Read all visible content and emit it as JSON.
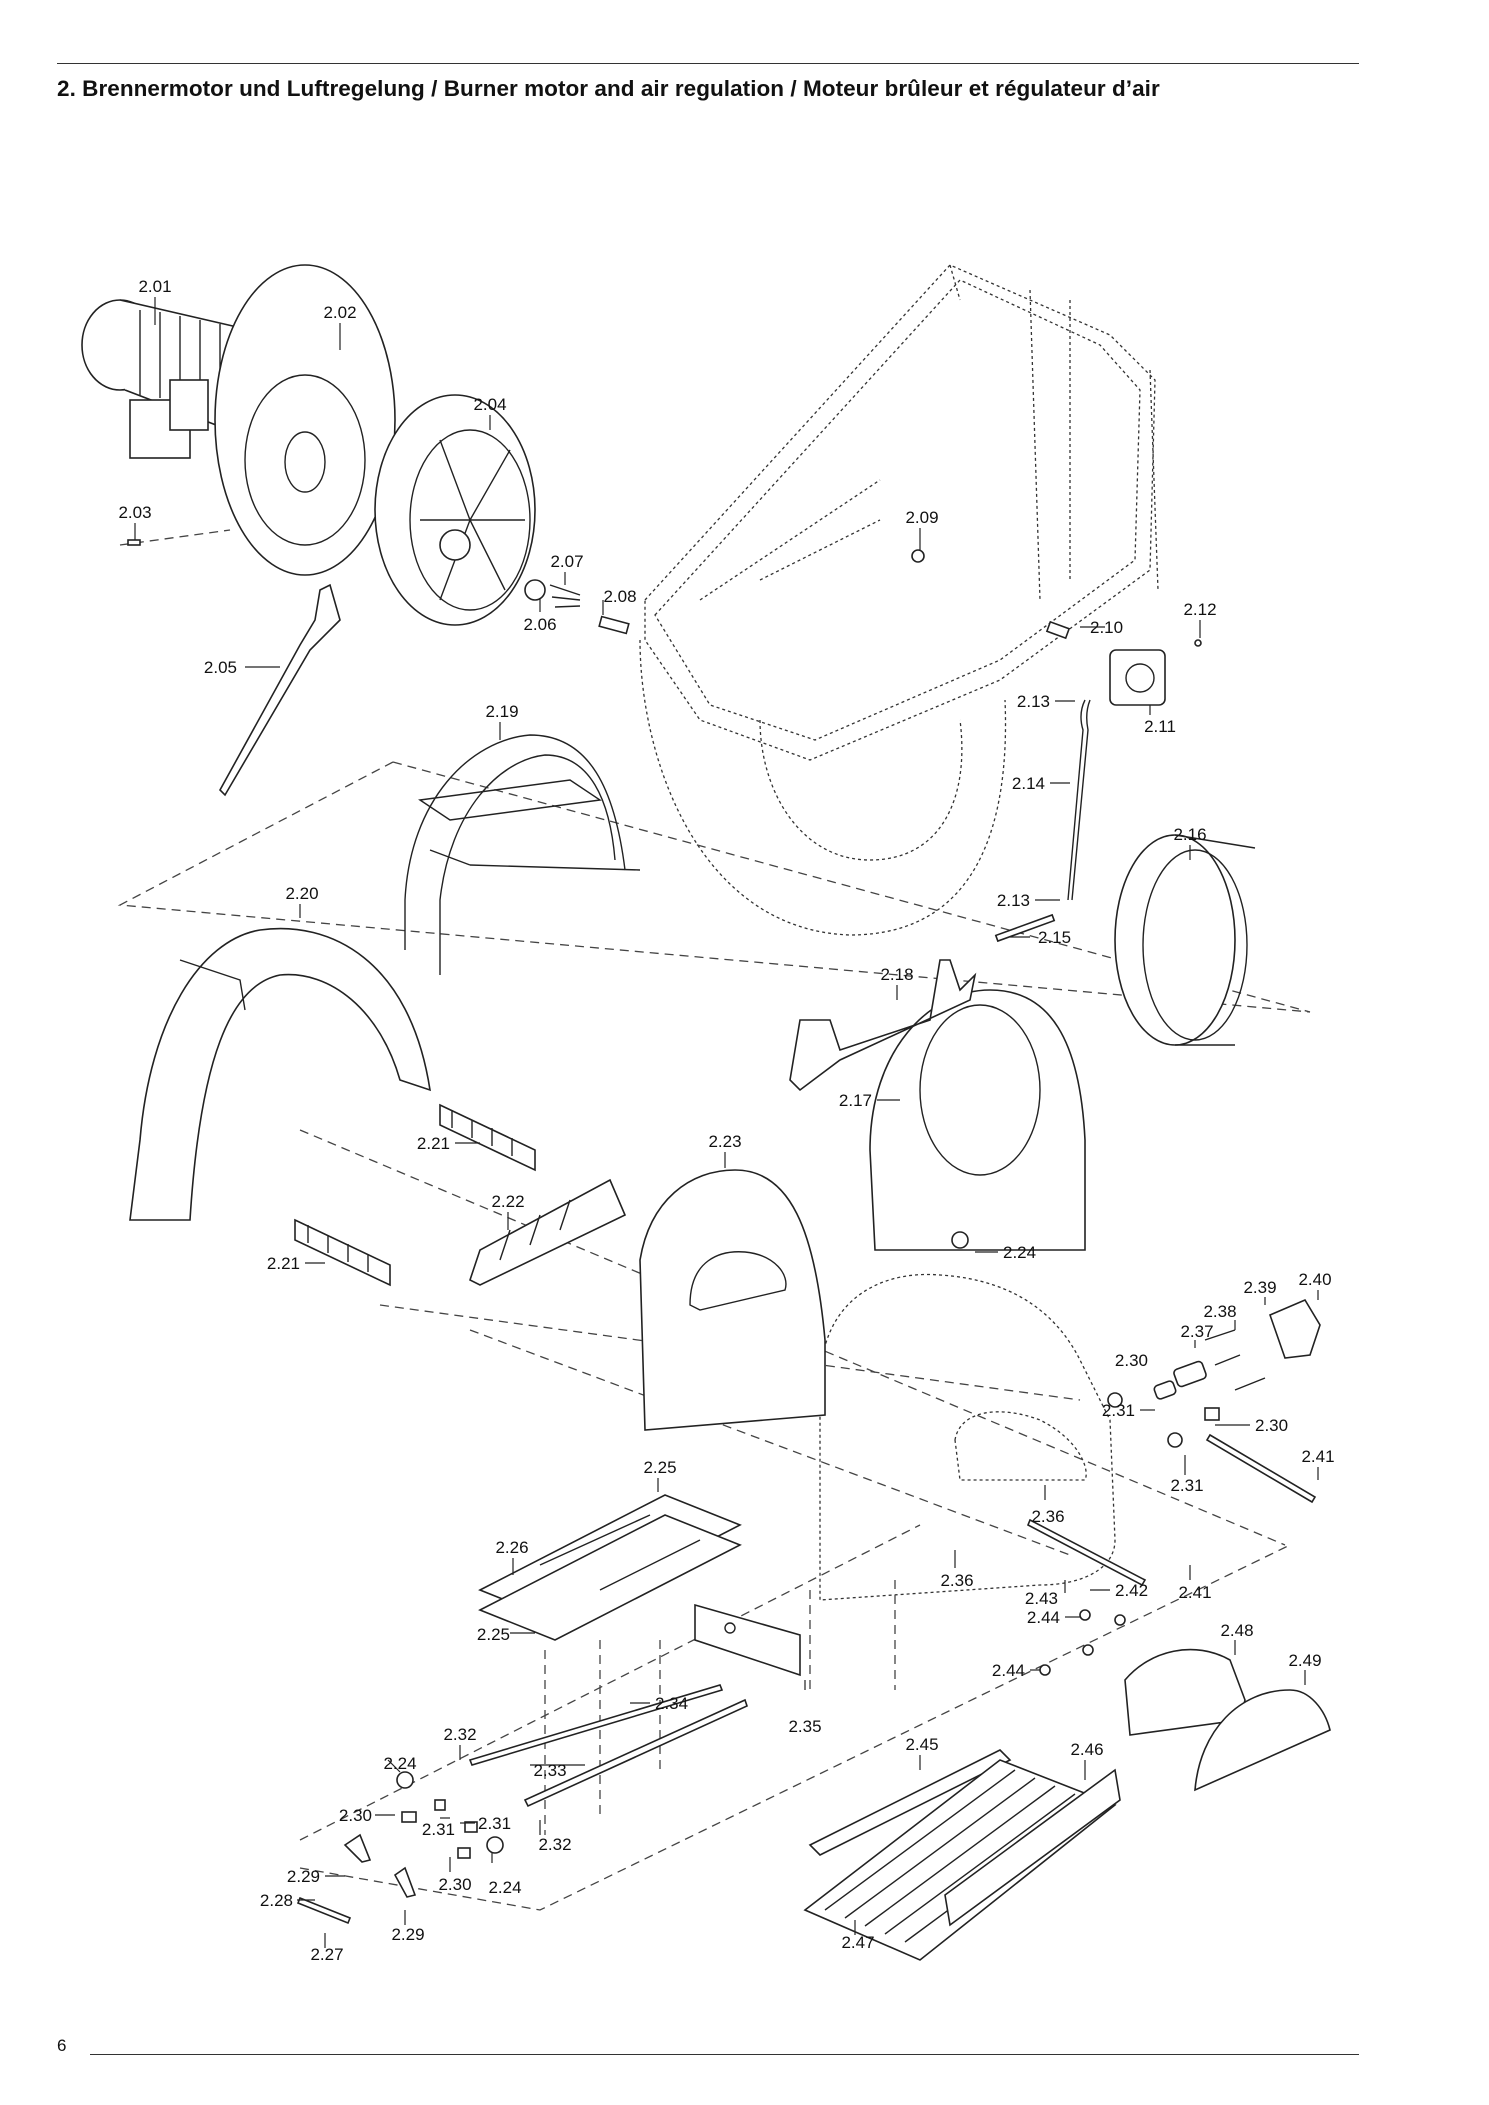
{
  "header": {
    "title": "2. Brennermotor und Luftregelung / Burner motor and air regulation / Moteur brûleur et régulateur d’air"
  },
  "footer": {
    "page_number": "6"
  },
  "callouts": [
    "2.01",
    "2.02",
    "2.03",
    "2.04",
    "2.05",
    "2.06",
    "2.07",
    "2.08",
    "2.09",
    "2.10",
    "2.11",
    "2.12",
    "2.13",
    "2.14",
    "2.13",
    "2.15",
    "2.16",
    "2.17",
    "2.18",
    "2.19",
    "2.20",
    "2.21",
    "2.21",
    "2.22",
    "2.23",
    "2.24",
    "2.25",
    "2.25",
    "2.26",
    "2.27",
    "2.28",
    "2.29",
    "2.29",
    "2.30",
    "2.30",
    "2.30",
    "2.30",
    "2.31",
    "2.31",
    "2.31",
    "2.31",
    "2.32",
    "2.32",
    "2.33",
    "2.34",
    "2.35",
    "2.36",
    "2.36",
    "2.37",
    "2.38",
    "2.39",
    "2.40",
    "2.41",
    "2.41",
    "2.42",
    "2.43",
    "2.44",
    "2.44",
    "2.45",
    "2.46",
    "2.47",
    "2.48",
    "2.49",
    "2.24",
    "2.24"
  ]
}
